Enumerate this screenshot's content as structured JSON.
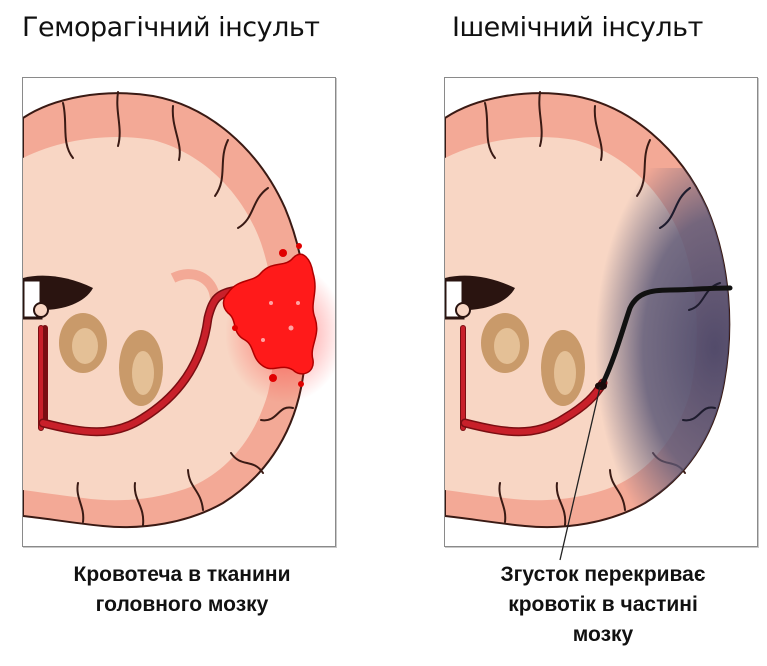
{
  "panels": [
    {
      "title": "Геморагічний інсульт",
      "caption_lines": [
        "Кровотеча в тканини",
        "головного мозку"
      ]
    },
    {
      "title": "Ішемічний інсульт",
      "caption_lines": [
        "Згусток перекриває",
        "кровотік в частині",
        "мозку"
      ]
    }
  ],
  "colors": {
    "cortex": "#f3a996",
    "white_matter": "#f8d6c4",
    "sulcus": "#3a1a14",
    "artery": "#c8202a",
    "hemorrhage": "#ff1a1a",
    "ischemia": "#5e5a78",
    "basal_ganglia": "#c99a6a"
  }
}
